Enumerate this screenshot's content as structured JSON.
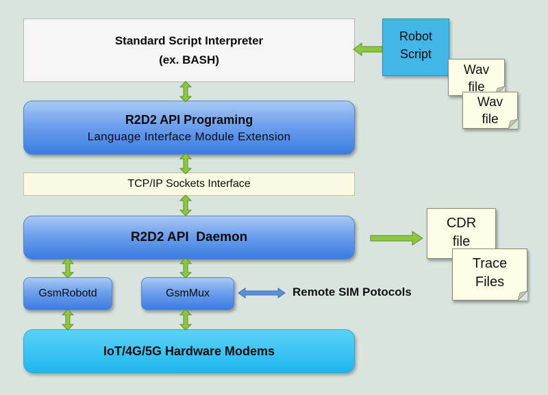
{
  "interpreter": {
    "line1": "Standard Script  Interpreter",
    "line2": "(ex. BASH)"
  },
  "programming": {
    "line1": "R2D2 API Programing",
    "line2": "Language Interface Module Extension"
  },
  "sockets": {
    "label": "TCP/IP Sockets Interface"
  },
  "daemon": {
    "label": "R2D2 API  Daemon"
  },
  "gsmrobotd": {
    "label": "GsmRobotd"
  },
  "gsmmux": {
    "label": "GsmMux"
  },
  "modems": {
    "label": "IoT/4G/5G Hardware Modems"
  },
  "remote_sim": {
    "label": "Remote SIM Potocols"
  },
  "robot_script": {
    "line1": "Robot",
    "line2": "Script"
  },
  "wav1": {
    "line1": "Wav",
    "line2": "file"
  },
  "wav2": {
    "line1": "Wav",
    "line2": "file"
  },
  "cdr": {
    "line1": "CDR",
    "line2": "file"
  },
  "trace": {
    "line1": "Trace",
    "line2": "Files"
  },
  "colors": {
    "arrow_green": "#8dc63f",
    "arrow_blue": "#4f81bd",
    "robot_script_bg": "#43b6e8",
    "modems_bg": "#2bbcf0"
  }
}
